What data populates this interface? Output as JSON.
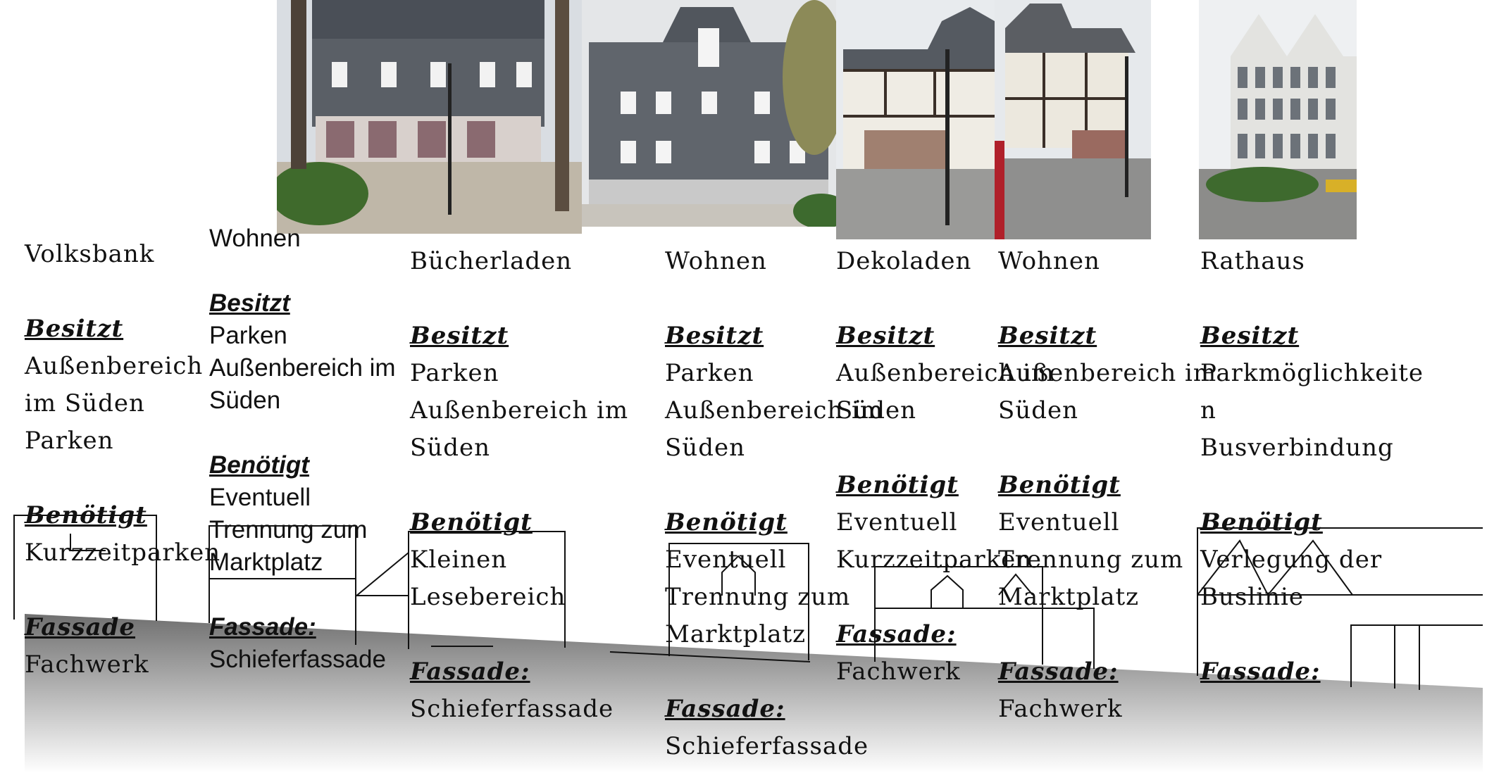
{
  "buildings": [
    {
      "name": "Volksbank",
      "owns_label": "Besitzt",
      "owns": [
        "Außenbereich",
        "im Süden",
        "Parken"
      ],
      "needs_label": "Benötigt",
      "needs": [
        "Kurzzeitparken"
      ],
      "facade_label": "Fassade",
      "facade": [
        "Fachwerk"
      ],
      "style": "serif"
    },
    {
      "name": "Wohnen",
      "owns_label": "Besitzt",
      "owns": [
        "Parken",
        "Außenbereich im",
        "Süden"
      ],
      "needs_label": "Benötigt",
      "needs": [
        "Eventuell",
        "Trennung zum",
        "Marktplatz"
      ],
      "facade_label": "Fassade:",
      "facade": [
        "Schieferfassade"
      ],
      "style": "sans"
    },
    {
      "name": "Bücherladen",
      "owns_label": "Besitzt",
      "owns": [
        "Parken",
        "Außenbereich im",
        "Süden"
      ],
      "needs_label": "Benötigt",
      "needs": [
        "Kleinen",
        "Lesebereich"
      ],
      "facade_label": "Fassade:",
      "facade": [
        "Schieferfassade"
      ],
      "style": "serif"
    },
    {
      "name": "Wohnen",
      "owns_label": "Besitzt",
      "owns": [
        "Parken",
        "Außenbereich im",
        "Süden"
      ],
      "needs_label": "Benötigt",
      "needs": [
        "Eventuell",
        "Trennung zum",
        "Marktplatz"
      ],
      "facade_label": "Fassade:",
      "facade": [
        "Schieferfassade"
      ],
      "style": "serif"
    },
    {
      "name": "Dekoladen",
      "owns_label": "Besitzt",
      "owns": [
        "Außenbereich im",
        "Süden"
      ],
      "needs_label": "Benötigt",
      "needs": [
        "Eventuell",
        "Kurzzeitparken"
      ],
      "facade_label": "Fassade:",
      "facade": [
        "Fachwerk"
      ],
      "style": "serif"
    },
    {
      "name": "Wohnen",
      "owns_label": "Besitzt",
      "owns": [
        "Außenbereich im",
        "Süden"
      ],
      "needs_label": "Benötigt",
      "needs": [
        "Eventuell",
        "Trennung zum",
        "Marktplatz"
      ],
      "facade_label": "Fassade:",
      "facade": [
        "Fachwerk"
      ],
      "style": "serif"
    },
    {
      "name": "Rathaus",
      "owns_label": "Besitzt",
      "owns": [
        "Parkmöglichkeite",
        "n",
        "Busverbindung"
      ],
      "needs_label": "Benötigt",
      "needs": [
        "Verlegung der",
        "Buslinie"
      ],
      "facade_label": "Fassade:",
      "facade": [],
      "style": "serif"
    }
  ],
  "photos": [
    {
      "subject": "slate-office-building-photo",
      "wall": "#5a5f66",
      "roof": "#4a4f57",
      "ground": "#bfb7a8"
    },
    {
      "subject": "slate-house-photo",
      "wall": "#60656c",
      "roof": "#51565d",
      "ground": "#c8c4bc"
    },
    {
      "subject": "timber-frame-shop-photo",
      "wall": "#efece4",
      "roof": "#555a61",
      "ground": "#9a9a98"
    },
    {
      "subject": "timber-frame-house-photo",
      "wall": "#ece8de",
      "roof": "#5b5e63",
      "ground": "#8f8f8e"
    },
    {
      "subject": "town-hall-photo",
      "wall": "#e3e3e0",
      "roof": "#7b7f85",
      "ground": "#8c8c8a"
    }
  ],
  "colors": {
    "ground_top": "#6f6f6f",
    "ground_bottom": "#ffffff",
    "line": "#111111",
    "sky": "#e9edf1"
  }
}
